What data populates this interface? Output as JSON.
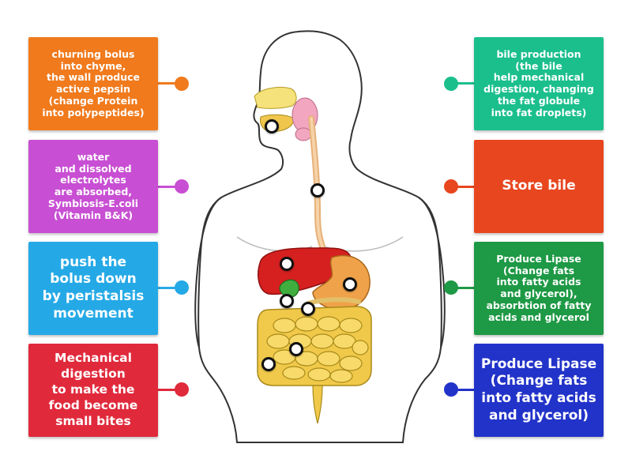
{
  "colors": {
    "orange": "#f07a1c",
    "magenta": "#c84fd3",
    "sky": "#25a9e6",
    "red": "#e02a3c",
    "teal": "#1bbf8c",
    "vermilion": "#e8461f",
    "green": "#1e9945",
    "blue": "#2233c9",
    "skin": "#ffffff",
    "outline": "#333333"
  },
  "left_labels": [
    {
      "text": "churning bolus\ninto chyme,\nthe wall produce\nactive pepsin\n(change Protein\ninto polypeptides)",
      "color": "orange"
    },
    {
      "text": "water\nand dissolved\nelectrolytes\nare absorbed,\nSymbiosis-E.coli\n(Vitamin B&K)",
      "color": "magenta"
    },
    {
      "text": "push the\nbolus down\nby peristalsis\nmovement",
      "color": "sky"
    },
    {
      "text": "Mechanical\ndigestion\nto make the\nfood become\nsmall bites",
      "color": "red"
    }
  ],
  "right_labels": [
    {
      "text": "bile production\n(the bile\nhelp mechanical\ndigestion, changing\nthe fat globule\ninto fat droplets)",
      "color": "teal"
    },
    {
      "text": "Store bile",
      "color": "vermilion"
    },
    {
      "text": "Produce Lipase\n(Change fats\ninto fatty acids\nand glycerol),\nabsorbtion of fatty\nacids and glycerol",
      "color": "green"
    },
    {
      "text": "Produce Lipase\n(Change fats\ninto fatty acids\nand glycerol)",
      "color": "blue"
    }
  ]
}
